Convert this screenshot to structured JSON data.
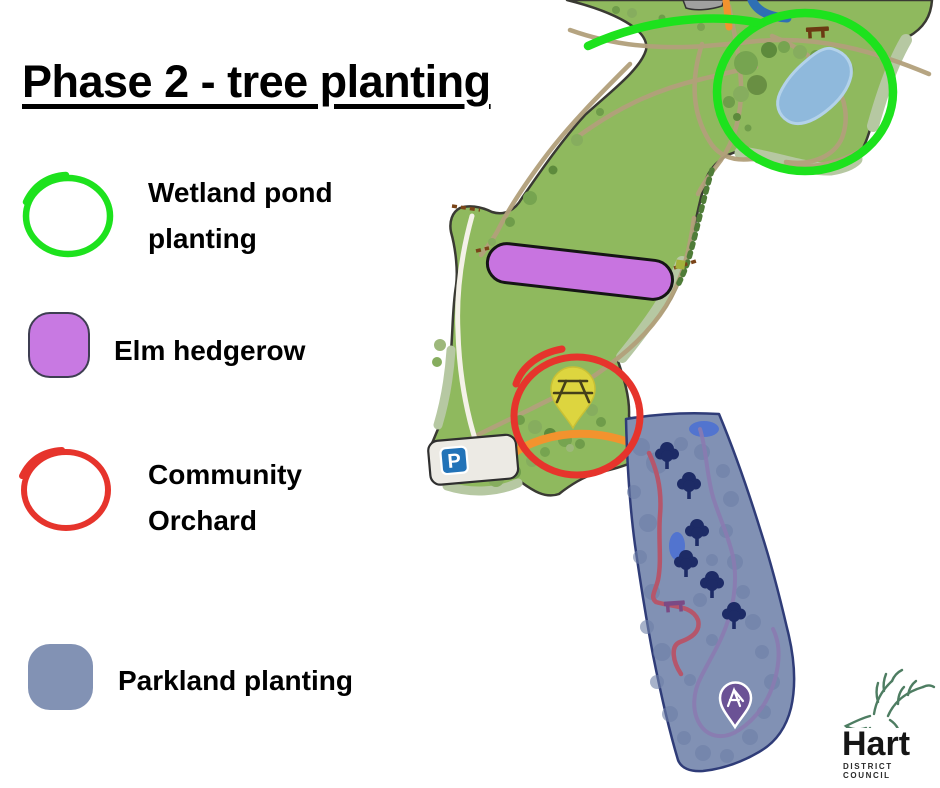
{
  "title": "Phase 2 - tree planting",
  "legend": {
    "items": [
      {
        "label": "Wetland pond planting",
        "symbol": "hand-drawn-circle",
        "color": "#1de21d"
      },
      {
        "label": "Elm hedgerow",
        "symbol": "outlined-rounded-square",
        "color": "#c879e2"
      },
      {
        "label": "Community Orchard",
        "symbol": "hand-drawn-circle",
        "color": "#e6342c"
      },
      {
        "label": "Parkland planting",
        "symbol": "rounded-square",
        "color": "#8292b4"
      }
    ]
  },
  "map": {
    "parking_label": "P",
    "markers": [
      {
        "name": "picnic-area",
        "icon": "picnic-table-icon",
        "pin_color": "#ddd53f"
      },
      {
        "name": "playground",
        "icon": "playground-slide-icon",
        "pin_color": "#6b5295"
      },
      {
        "name": "car-park",
        "icon": "parking-icon",
        "color": "#2273b8"
      }
    ],
    "colors": {
      "meadow_green": "#8fb95e",
      "edge_sage": "#b6c8a2",
      "path_tan": "#b2a07b",
      "path_white": "#f4f1e8",
      "path_orange": "#f2932e",
      "pond_blue": "#8fb9dc",
      "parkland_blue": "#8191b4",
      "tree_navy": "#1d2b66",
      "annotation_green": "#1de21d",
      "annotation_red": "#e6342c",
      "hedgerow_purple": "#c874e0",
      "trail_red": "#b5566b",
      "trail_purple": "#8a7bb0"
    }
  },
  "logo": {
    "name": "Hart",
    "tagline": "DISTRICT COUNCIL"
  }
}
